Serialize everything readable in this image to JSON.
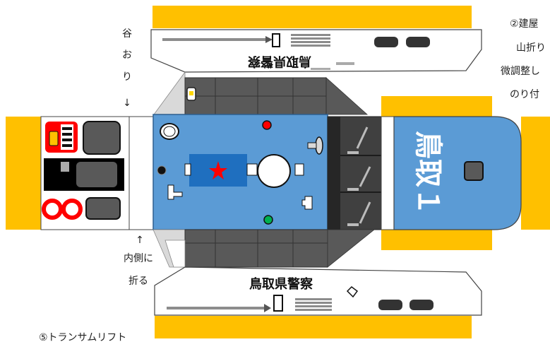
{
  "labels": {
    "valley_fold": [
      "谷",
      "お",
      "り",
      "↓"
    ],
    "inner_fold_arrow": "↑",
    "inner_fold": [
      "内側に",
      "折る"
    ],
    "right_note": [
      "②建屋",
      "山折り",
      "微調整し",
      "のり付"
    ],
    "caption": "⑤トランサムリフト"
  },
  "hull": {
    "top_name": "鳥取県警察",
    "bottom_name": "鳥取県警察",
    "bow_name": "鳥取１"
  },
  "colors": {
    "tab": "#ffc000",
    "deck": "#5b9bd5",
    "hatch": "#1f6fbf",
    "star": "#ff0000",
    "dark_panel": "#595959",
    "window": "#404040"
  }
}
